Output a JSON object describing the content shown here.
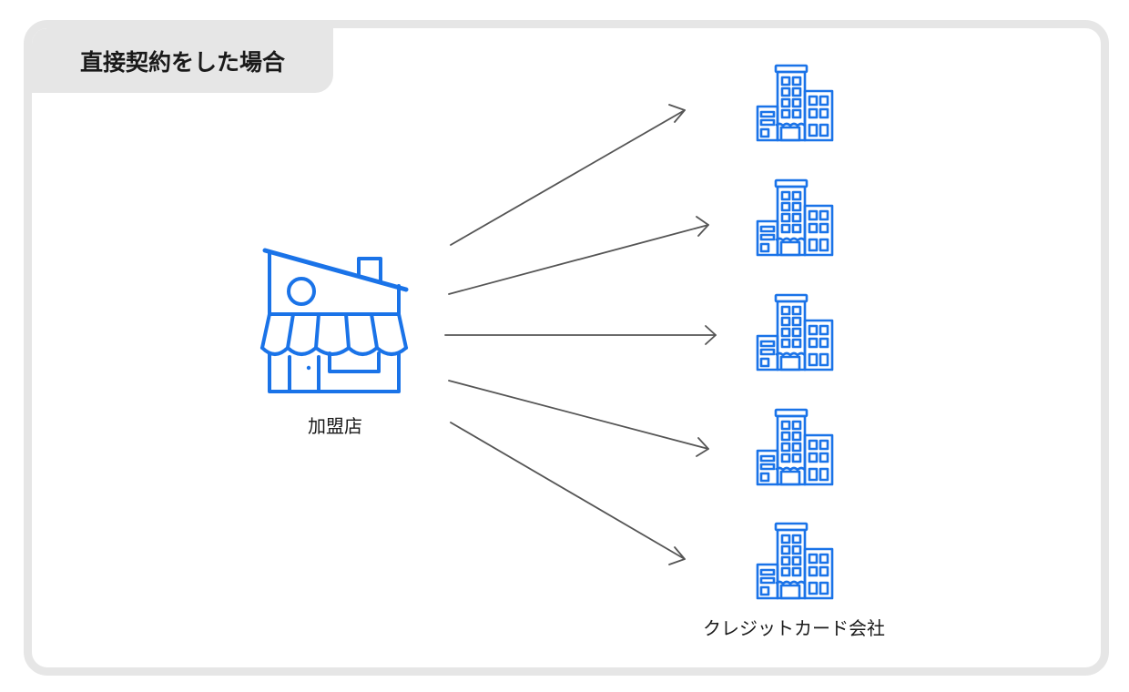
{
  "header": {
    "title": "直接契約をした場合"
  },
  "nodes": {
    "merchant": {
      "label": "加盟店",
      "icon": "store-icon"
    },
    "companies": {
      "label": "クレジットカード会社",
      "icon": "building-icon",
      "count": 5
    }
  },
  "colors": {
    "icon": "#1a73e8",
    "arrow": "#555555",
    "frame": "#e6e6e6"
  }
}
